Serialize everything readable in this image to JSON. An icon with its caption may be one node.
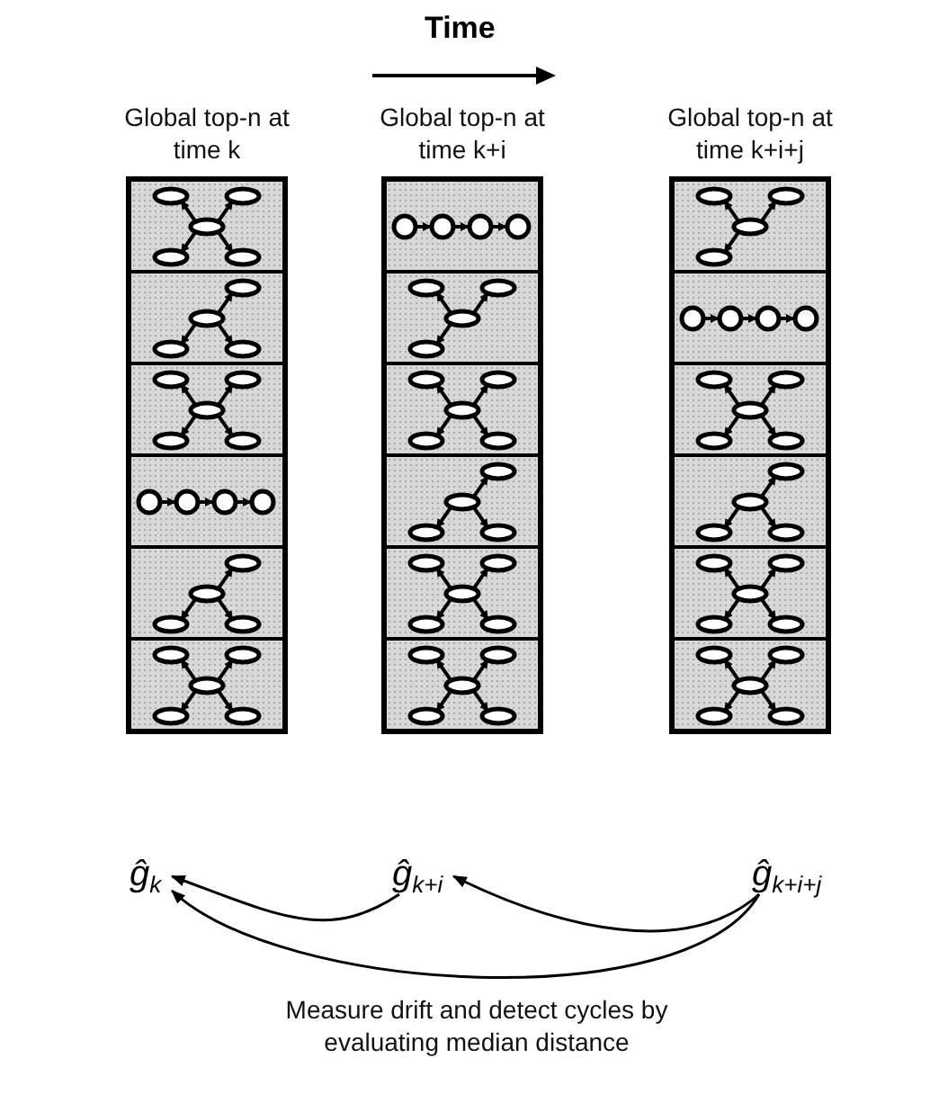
{
  "diagram": {
    "nodes": [
      {
        "text": [
          "Global top-n at time k"
        ]
      },
      {
        "text": [
          "Global top-n at time k+i"
        ]
      },
      {
        "text": [
          "Global top-n at time k+i+j"
        ]
      },
      {
        "text": [
          "ĝ$_{k}$"
        ]
      },
      {
        "text": [
          "ĝ$_{k+i}$"
        ]
      },
      {
        "text": [
          "ĝ$_{k+i+j}$"
        ]
      }
    ],
    "edges": [
      {
        "from": 4,
        "to": 3,
        "arrow": "to"
      },
      {
        "from": 5,
        "to": 4,
        "arrow": "to"
      },
      {
        "from": 5,
        "to": 3,
        "arrow": "to"
      }
    ],
    "labels": [
      "Time",
      "Measure drift and detect cycles by evaluating median distance"
    ]
  }
}
